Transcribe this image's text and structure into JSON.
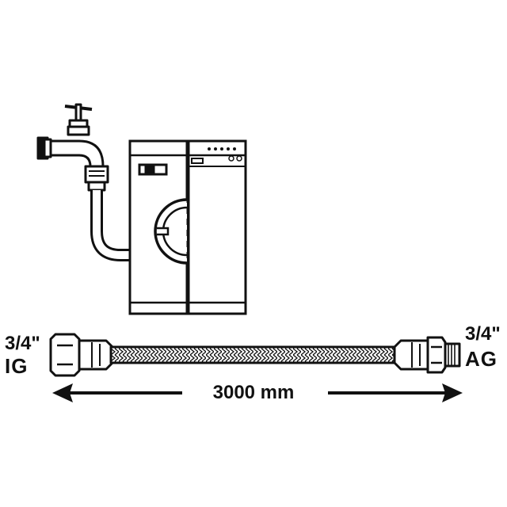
{
  "labels": {
    "left_connector_size": "3/4\"",
    "left_connector_type": "IG",
    "right_connector_size": "3/4\"",
    "right_connector_type": "AG",
    "hose_length": "3000 mm"
  },
  "icons": {
    "faucet": "water-tap-icon",
    "appliance": "washing-machine-dishwasher-icon",
    "hose": "braided-hose-icon"
  },
  "colors": {
    "ink": "#111111",
    "background": "#ffffff"
  }
}
